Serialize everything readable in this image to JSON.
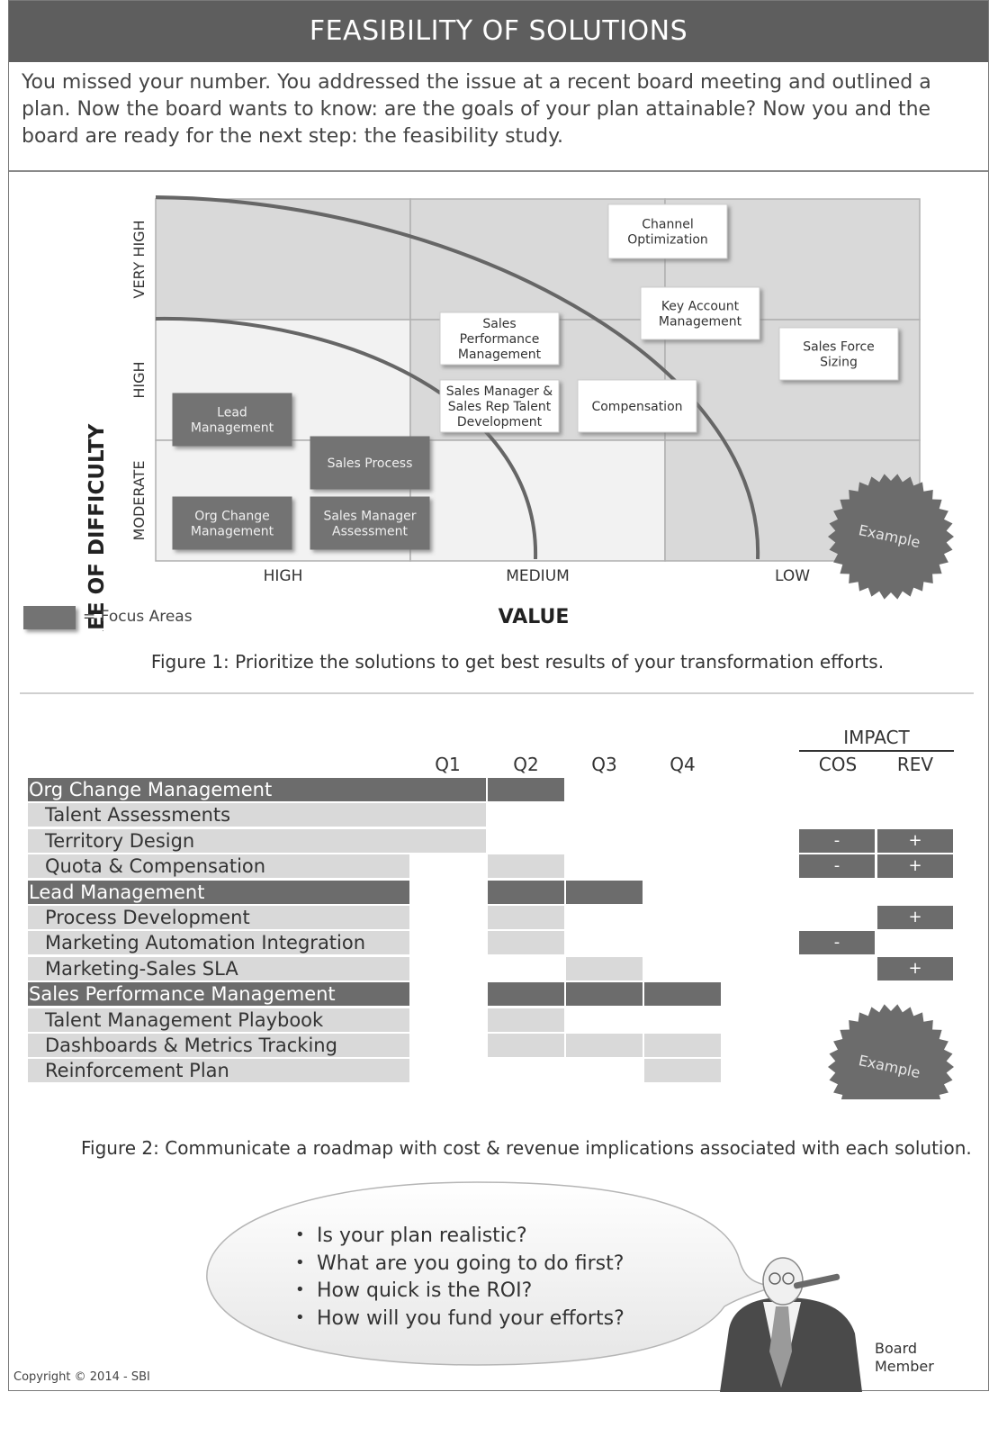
{
  "header": {
    "title": "FEASIBILITY OF SOLUTIONS"
  },
  "intro": {
    "text": "You missed your number. You addressed the issue at a recent board meeting and outlined a plan.  Now the board wants to know: are the goals of your plan attainable? Now you and the board are ready for the next step: the feasibility study."
  },
  "figure1": {
    "caption": "Figure 1: Prioritize the solutions to get best results of your transformation efforts.",
    "legend_label": "= Focus Areas",
    "example_stamp": "Example",
    "chart_data": {
      "type": "scatter",
      "xlabel": "VALUE",
      "ylabel": "DEGREE OF DIFFICULTY",
      "x_categories": [
        "HIGH",
        "MEDIUM",
        "LOW"
      ],
      "y_categories": [
        "MODERATE",
        "HIGH",
        "VERY HIGH"
      ],
      "points": [
        {
          "label": "Channel Optimization",
          "x": "LOW",
          "y": "VERY HIGH",
          "focus": false
        },
        {
          "label": "Key Account Management",
          "x": "LOW",
          "y": "VERY HIGH",
          "focus": false
        },
        {
          "label": "Sales Performance Management",
          "x": "MEDIUM",
          "y": "HIGH",
          "focus": false
        },
        {
          "label": "Sales Force Sizing",
          "x": "LOW",
          "y": "HIGH",
          "focus": false
        },
        {
          "label": "Sales Manager & Sales Rep Talent Development",
          "x": "MEDIUM",
          "y": "HIGH",
          "focus": false
        },
        {
          "label": "Compensation",
          "x": "MEDIUM",
          "y": "HIGH",
          "focus": false
        },
        {
          "label": "Lead Management",
          "x": "HIGH",
          "y": "HIGH",
          "focus": true
        },
        {
          "label": "Sales Process",
          "x": "HIGH",
          "y": "MODERATE",
          "focus": true
        },
        {
          "label": "Org Change Management",
          "x": "HIGH",
          "y": "MODERATE",
          "focus": true
        },
        {
          "label": "Sales Manager Assessment",
          "x": "HIGH",
          "y": "MODERATE",
          "focus": true
        }
      ]
    }
  },
  "figure2": {
    "caption": "Figure 2: Communicate a roadmap with cost & revenue implications associated with each solution.",
    "example_stamp": "Example",
    "quarters": [
      "Q1",
      "Q2",
      "Q3",
      "Q4"
    ],
    "impact_title": "IMPACT",
    "impact_columns": [
      "COS",
      "REV"
    ],
    "rows": [
      {
        "label": "Org Change Management",
        "major": true,
        "quarters": [
          1,
          1,
          0,
          0
        ],
        "cos": "",
        "rev": ""
      },
      {
        "label": "Talent Assessments",
        "major": false,
        "quarters": [
          1,
          0,
          0,
          0
        ],
        "cos": "",
        "rev": ""
      },
      {
        "label": "Territory Design",
        "major": false,
        "quarters": [
          1,
          0,
          0,
          0
        ],
        "cos": "-",
        "rev": "+"
      },
      {
        "label": "Quota & Compensation",
        "major": false,
        "quarters": [
          0,
          1,
          0,
          0
        ],
        "cos": "-",
        "rev": "+"
      },
      {
        "label": "Lead Management",
        "major": true,
        "quarters": [
          0,
          1,
          1,
          0
        ],
        "cos": "",
        "rev": ""
      },
      {
        "label": "Process Development",
        "major": false,
        "quarters": [
          0,
          1,
          0,
          0
        ],
        "cos": "",
        "rev": "+"
      },
      {
        "label": "Marketing Automation Integration",
        "major": false,
        "quarters": [
          0,
          1,
          0,
          0
        ],
        "cos": "-",
        "rev": ""
      },
      {
        "label": "Marketing-Sales SLA",
        "major": false,
        "quarters": [
          0,
          0,
          1,
          0
        ],
        "cos": "",
        "rev": "+"
      },
      {
        "label": "Sales Performance Management",
        "major": true,
        "quarters": [
          0,
          1,
          1,
          1
        ],
        "cos": "",
        "rev": ""
      },
      {
        "label": "Talent Management Playbook",
        "major": false,
        "quarters": [
          0,
          1,
          0,
          0
        ],
        "cos": "",
        "rev": ""
      },
      {
        "label": "Dashboards & Metrics Tracking",
        "major": false,
        "quarters": [
          0,
          1,
          1,
          1
        ],
        "cos": "",
        "rev": ""
      },
      {
        "label": "Reinforcement Plan",
        "major": false,
        "quarters": [
          0,
          0,
          0,
          1
        ],
        "cos": "",
        "rev": ""
      }
    ]
  },
  "questions": [
    "Is your plan realistic?",
    "What are you going to do first?",
    "How quick is the ROI?",
    "How will you fund your efforts?"
  ],
  "board_label": [
    "Board",
    "Member"
  ],
  "copyright": "Copyright © 2014 - SBI",
  "colors": {
    "header": "#5e5e5e",
    "focus": "#737373",
    "cell_dark": "#6c6c6c",
    "cell_light": "#d9d9d9"
  }
}
